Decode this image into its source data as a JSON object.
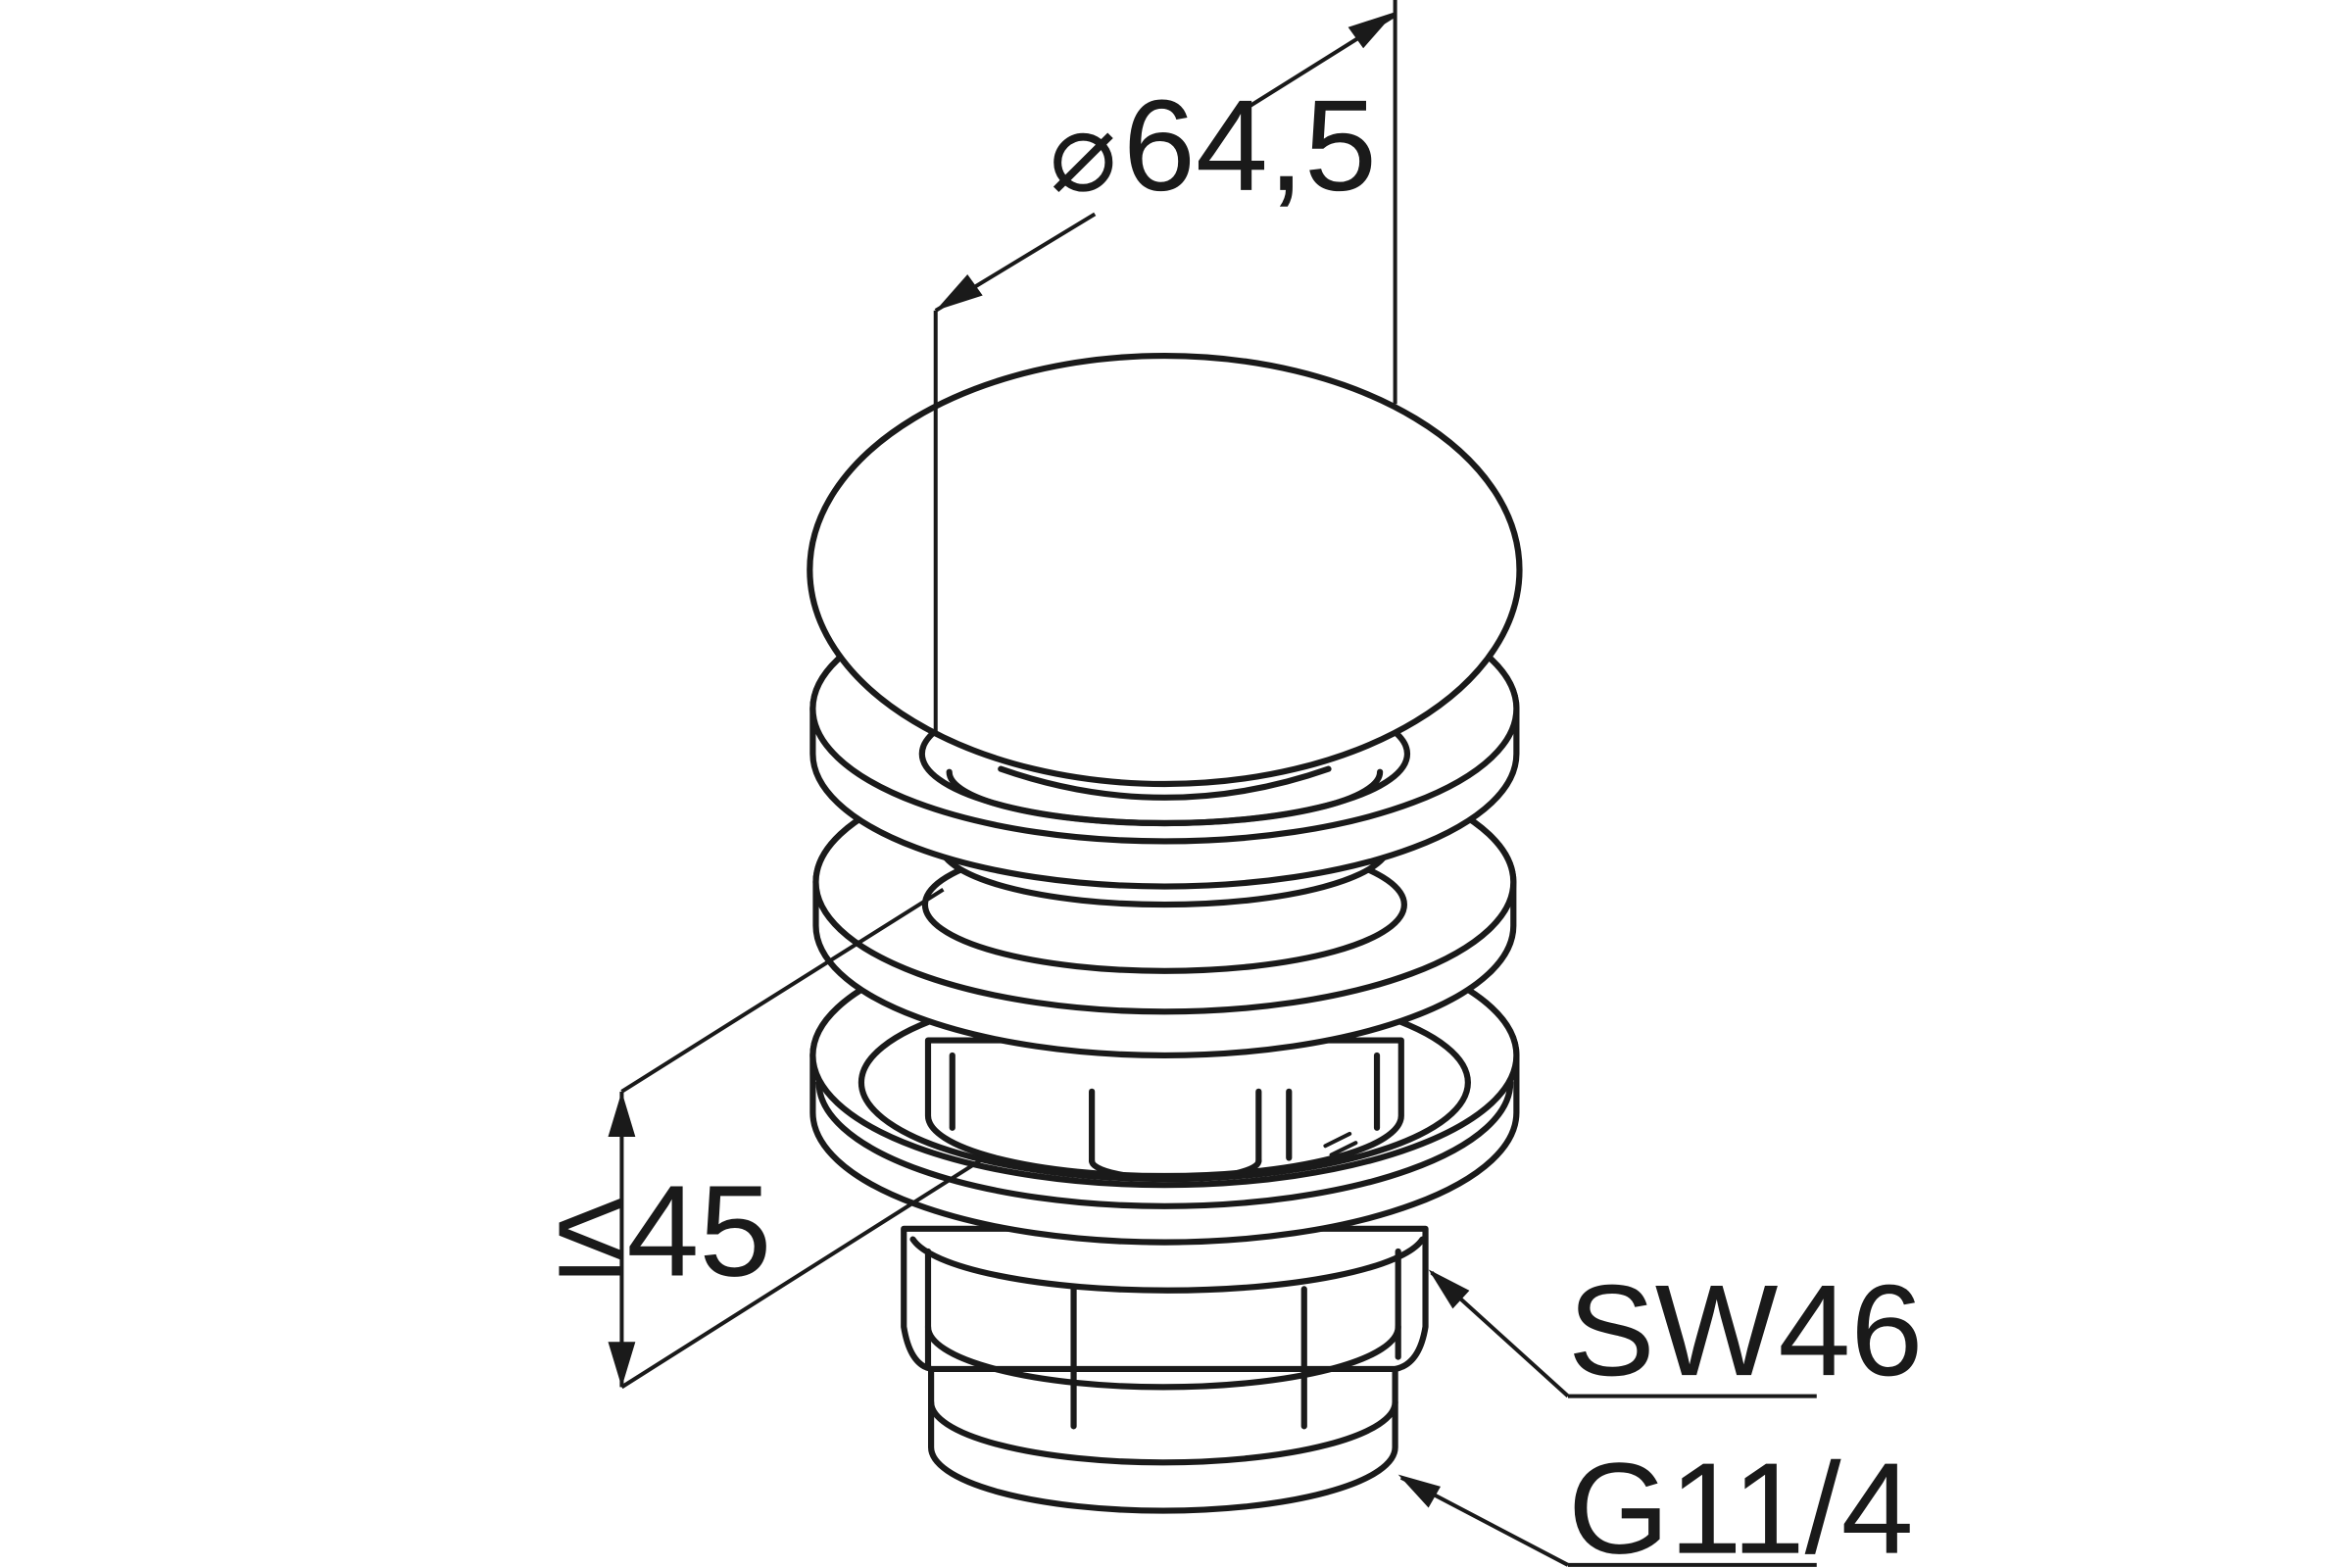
{
  "dimensions": {
    "diameter": {
      "symbol": "⌀",
      "value": "64,5"
    },
    "height": {
      "text": "≤45"
    },
    "wrench_size": {
      "text": "SW46"
    },
    "thread": {
      "text": "G11/4"
    }
  },
  "colors": {
    "line": "#1a1a1a",
    "background": "#ffffff"
  }
}
